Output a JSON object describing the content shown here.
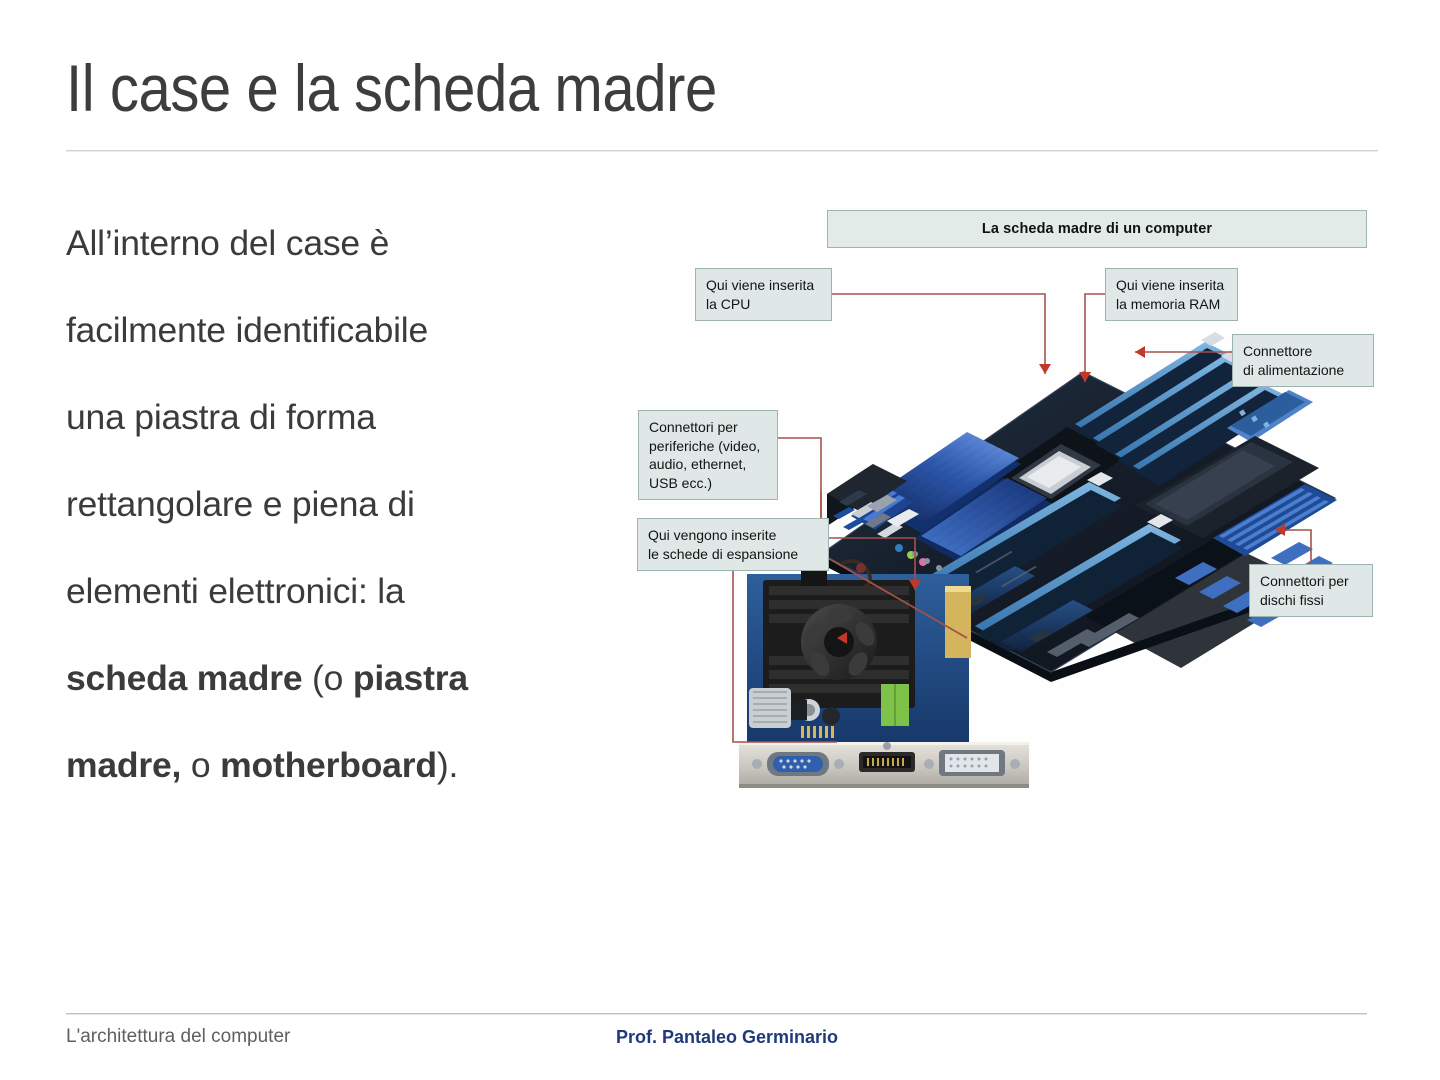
{
  "slide": {
    "title": "Il case e la scheda madre",
    "body": {
      "lines": [
        {
          "runs": [
            {
              "text": "All’interno del case è",
              "bold": false
            }
          ]
        },
        {
          "runs": [
            {
              "text": "facilmente identificabile",
              "bold": false
            }
          ]
        },
        {
          "runs": [
            {
              "text": "una piastra di forma",
              "bold": false
            }
          ]
        },
        {
          "runs": [
            {
              "text": "rettangolare e piena di",
              "bold": false
            }
          ]
        },
        {
          "runs": [
            {
              "text": "elementi elettronici: la",
              "bold": false
            }
          ]
        },
        {
          "runs": [
            {
              "text": "scheda madre",
              "bold": true
            },
            {
              "text": " (o ",
              "bold": false
            },
            {
              "text": "piastra",
              "bold": true
            }
          ]
        },
        {
          "runs": [
            {
              "text": "madre,",
              "bold": true
            },
            {
              "text": " o ",
              "bold": false
            },
            {
              "text": "motherboard",
              "bold": true
            },
            {
              "text": ").",
              "bold": false
            }
          ]
        }
      ]
    }
  },
  "figure": {
    "banner": "La scheda madre di un computer",
    "callouts": {
      "cpu": [
        "Qui viene inserita",
        "la CPU"
      ],
      "ram": [
        "Qui viene inserita",
        "la memoria RAM"
      ],
      "power": [
        "Connettore",
        "di alimentazione"
      ],
      "peripherals": [
        "Connettori per",
        "periferiche (video,",
        "audio, ethernet,",
        "USB ecc.)"
      ],
      "expansion": [
        "Qui vengono inserite",
        "le schede di espansione"
      ],
      "disks": [
        "Connettori per",
        "dischi fissi"
      ]
    },
    "photo_subjects": [
      "motherboard-photo",
      "graphics-card-photo"
    ]
  },
  "footer": {
    "left": "L'architettura del computer",
    "center": "Prof. Pantaleo Germinario"
  },
  "colors": {
    "title": "#3d3d3d",
    "body": "#3b3b3b",
    "callout_fill": "#dfe8e6",
    "callout_border": "#9db3af",
    "banner_fill": "#e3ebe9",
    "leader_line": "#a4524a",
    "footer_accent": "#1f3a7a",
    "pcb_blue": "#1d4f86",
    "heatsink_blue": "#2b55a8"
  }
}
